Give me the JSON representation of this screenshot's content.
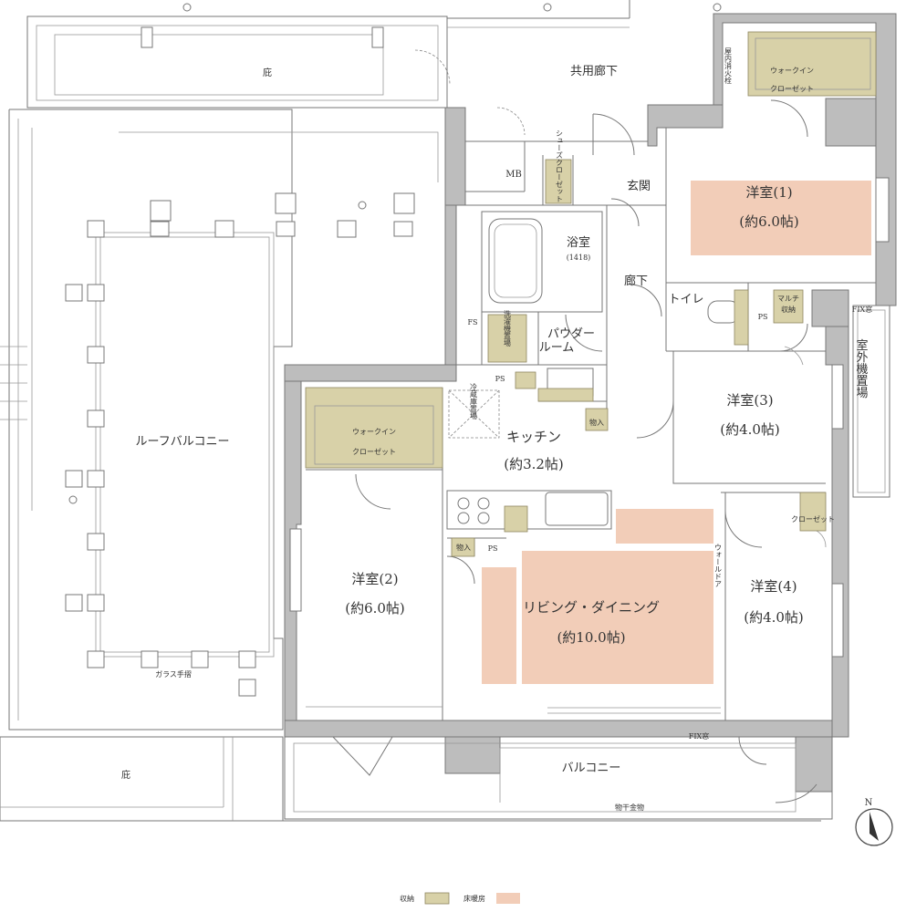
{
  "legend": {
    "storage_label": "収納",
    "storage_color": "#d8d1a8",
    "heating_label": "床暖房",
    "heating_color": "#f2cdb8"
  },
  "rooms": {
    "room1": {
      "name": "洋室(1)",
      "size": "(約6.0帖)"
    },
    "room2": {
      "name": "洋室(2)",
      "size": "(約6.0帖)"
    },
    "room3": {
      "name": "洋室(3)",
      "size": "(約4.0帖)"
    },
    "room4": {
      "name": "洋室(4)",
      "size": "(約4.0帖)"
    },
    "ld": {
      "name": "リビング・ダイニング",
      "size": "(約10.0帖)"
    },
    "kitchen": {
      "name": "キッチン",
      "size": "(約3.2帖)"
    },
    "bath": {
      "name": "浴室",
      "size": "(1418)"
    },
    "powder": {
      "line1": "パウダー",
      "line2": "ルーム"
    },
    "toilet": "トイレ",
    "entrance": "玄関",
    "hall": "廊下",
    "common_hall": "共用廊下",
    "roof_balcony": "ルーフバルコニー",
    "balcony": "バルコニー"
  },
  "labels": {
    "wic_top_1": "ウォークイン",
    "wic_top_2": "クローゼット",
    "wic_left_1": "ウォークイン",
    "wic_left_2": "クローゼット",
    "shoe_closet": "シューズクローゼット",
    "mb": "MB",
    "fs": "FS",
    "ps1": "PS",
    "ps2": "PS",
    "ps3": "PS",
    "laundry": "洗濯機置場",
    "fridge": "冷蔵庫置場",
    "storage1": "物入",
    "storage2": "物入",
    "closet_small": "クローゼット",
    "multi_storage": "マルチ収納",
    "multi_storage_line1": "マルチ",
    "multi_storage_line2": "収納",
    "hydrant": "屋内消火栓",
    "outdoor_unit": "室外機置場",
    "fix_window1": "FIX窓",
    "fix_window2": "FIX窓",
    "wall_door": "ウォールドア",
    "glass_rail": "ガラス手摺",
    "eave_top": "庇",
    "eave_bottom": "庇",
    "laundry_pole": "物干金物",
    "north": "N"
  }
}
